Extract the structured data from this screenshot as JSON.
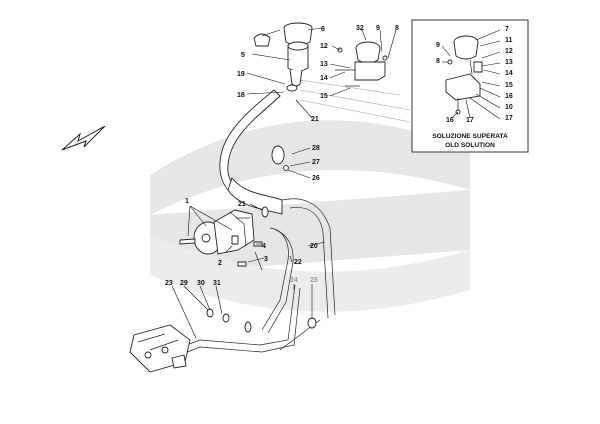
{
  "callouts": {
    "c1": "1",
    "c2": "2",
    "c3": "3",
    "c4": "4",
    "c5": "5",
    "c6": "6",
    "c8": "8",
    "c9": "9",
    "c12": "12",
    "c13": "13",
    "c14": "14",
    "c15": "15",
    "c18": "18",
    "c19": "19",
    "c20": "20",
    "c21a": "21",
    "c21b": "21",
    "c22": "22",
    "c23": "23",
    "c24": "24",
    "c25": "25",
    "c26": "26",
    "c27": "27",
    "c28": "28",
    "c29": "29",
    "c30": "30",
    "c31": "31",
    "c32": "32"
  },
  "inset": {
    "caption_line1": "SOLUZIONE SUPERATA",
    "caption_line2": "OLD SOLUTION",
    "callouts": {
      "i7": "7",
      "i8": "8",
      "i9": "9",
      "i10": "10",
      "i11": "11",
      "i12": "12",
      "i13": "13",
      "i14": "14",
      "i15": "15",
      "i16a": "16",
      "i16b": "16",
      "i17": "17"
    }
  },
  "colors": {
    "watermark": "#e6e6e6",
    "line": "#222222",
    "background": "#ffffff"
  }
}
